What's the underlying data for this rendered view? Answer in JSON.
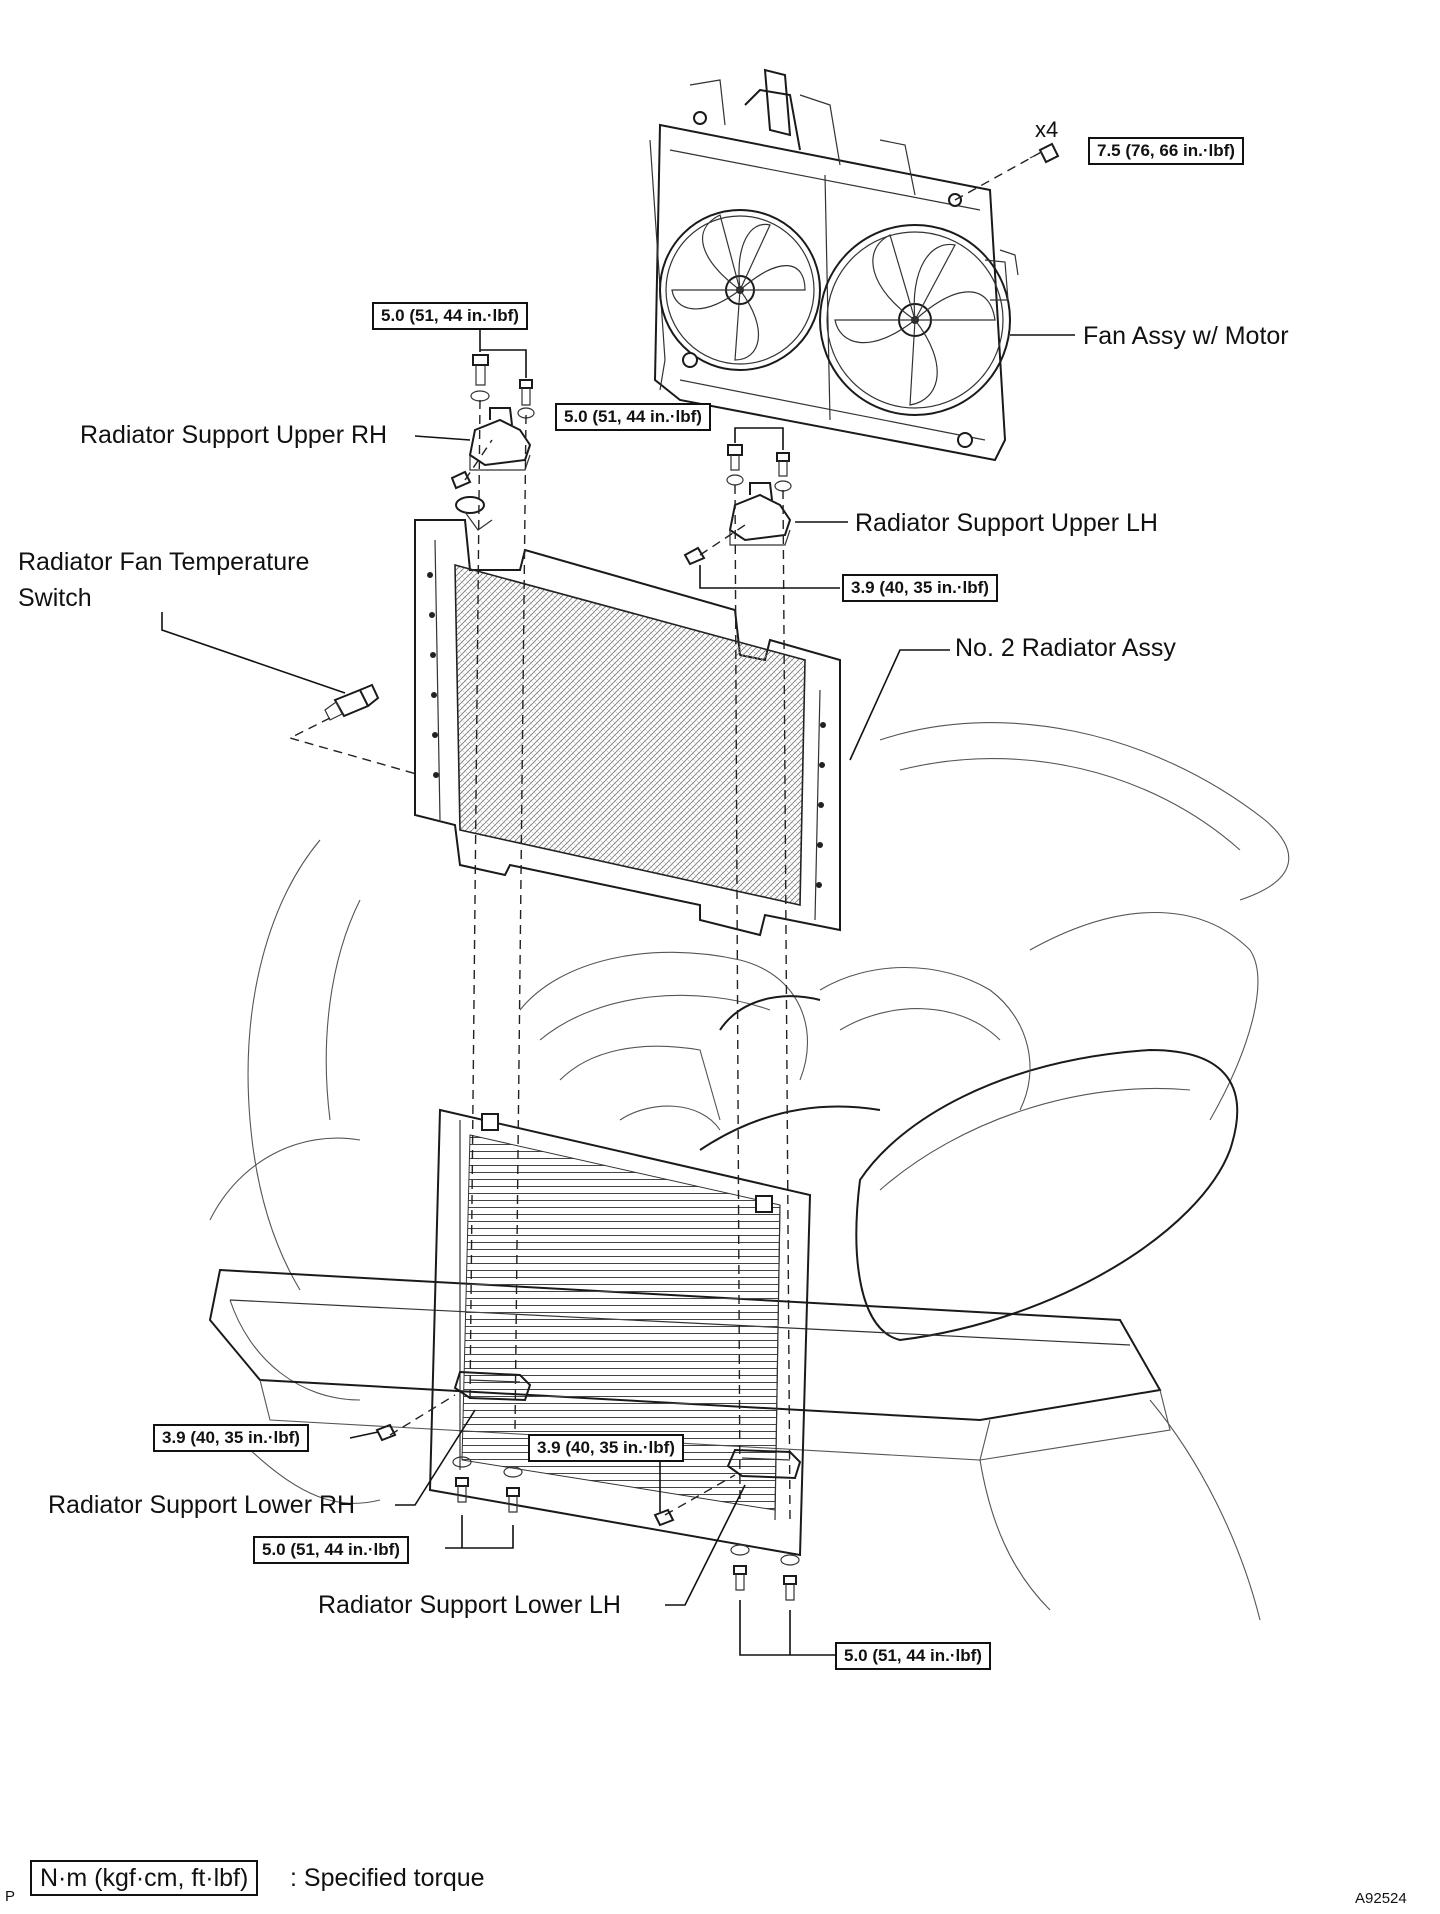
{
  "callouts": {
    "x4": "x4",
    "t_fan": "7.5 (76, 66 in.·lbf)",
    "t_upper_rh": "5.0 (51, 44 in.·lbf)",
    "t_upper_lh": "5.0 (51, 44 in.·lbf)",
    "t_upper_lh_bolt": "3.9 (40, 35 in.·lbf)",
    "t_lower_rh_bolt": "3.9 (40, 35 in.·lbf)",
    "t_lower_lh_bolt": "3.9 (40, 35 in.·lbf)",
    "t_lower_rh": "5.0 (51, 44 in.·lbf)",
    "t_lower_lh": "5.0 (51, 44 in.·lbf)"
  },
  "labels": {
    "fan_assy": "Fan Assy w/ Motor",
    "support_upper_rh": "Radiator Support Upper RH",
    "support_upper_lh": "Radiator Support Upper LH",
    "temp_switch_line1": "Radiator Fan Temperature",
    "temp_switch_line2": "Switch",
    "radiator_no2": "No. 2 Radiator Assy",
    "support_lower_rh": "Radiator Support Lower RH",
    "support_lower_lh": "Radiator Support Lower LH"
  },
  "legend": {
    "unit": "N·m (kgf·cm, ft·lbf)",
    "text": ": Specified torque",
    "prefix": "P"
  },
  "figure_id": "A92524"
}
